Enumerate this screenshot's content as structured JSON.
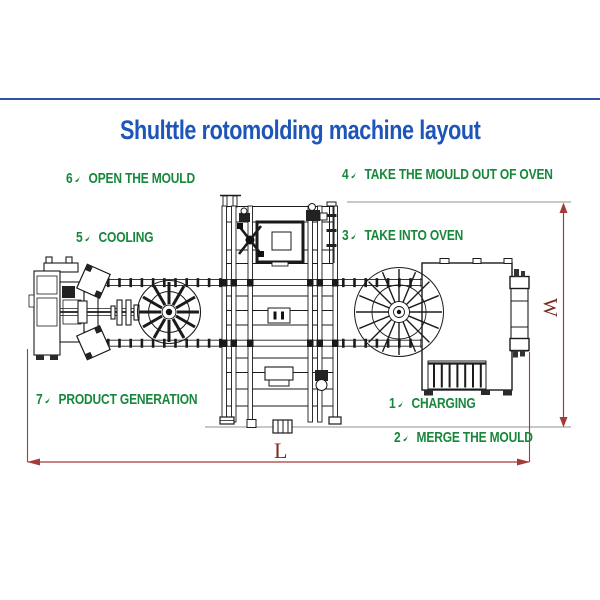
{
  "header": {
    "title": "Shulttle rotomolding machine layout"
  },
  "steps": [
    {
      "num": "1",
      "separator": "、",
      "label": "CHARGING"
    },
    {
      "num": "2",
      "separator": "、",
      "label": "MERGE THE MOULD"
    },
    {
      "num": "3",
      "separator": "、",
      "label": "TAKE INTO OVEN"
    },
    {
      "num": "4",
      "separator": "、",
      "label": "TAKE THE MOULD OUT OF OVEN"
    },
    {
      "num": "5",
      "separator": "、",
      "label": "COOLING"
    },
    {
      "num": "6",
      "separator": "、",
      "label": "OPEN THE MOULD"
    },
    {
      "num": "7",
      "separator": "、",
      "label": "PRODUCT GENERATION"
    }
  ],
  "dimensions": {
    "length_label": "L",
    "width_label": "W"
  },
  "colors": {
    "title_blue": "#1d55b8",
    "rule_blue": "#3153a6",
    "step_green": "#17873b",
    "dimension_red": "#a33b3b",
    "dimension_label_red": "#7e2c22",
    "drawing_ink": "#1b1b1b"
  }
}
